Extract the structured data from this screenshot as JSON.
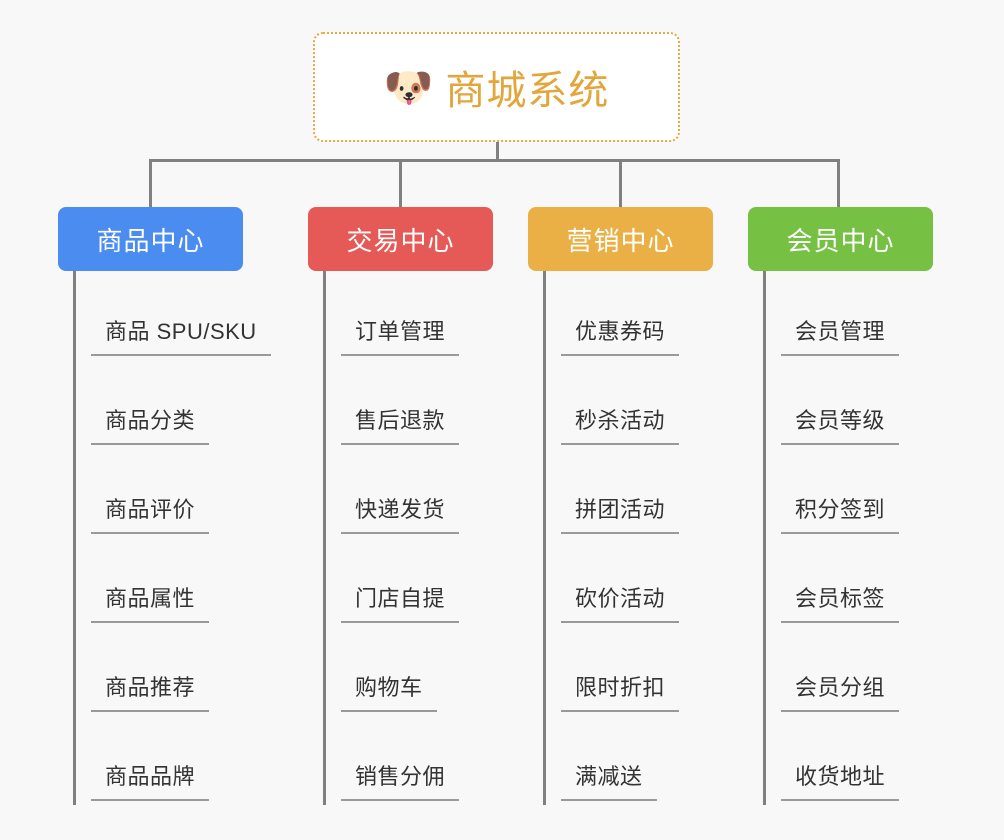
{
  "root": {
    "icon": "dog-face-emoji",
    "icon_glyph": "🐶",
    "title": "商城系统"
  },
  "theme": {
    "background": "#f8f8f8",
    "connector": "#808080",
    "root_border": "#eaa83f",
    "root_title_color": "#e2a63c",
    "leaf_text": "#333333",
    "leaf_rule": "#999999"
  },
  "branches": [
    {
      "label": "商品中心",
      "color": "#4a8cf0",
      "items": [
        {
          "label": "商品 SPU/SKU"
        },
        {
          "label": "商品分类"
        },
        {
          "label": "商品评价"
        },
        {
          "label": "商品属性"
        },
        {
          "label": "商品推荐"
        },
        {
          "label": "商品品牌"
        }
      ]
    },
    {
      "label": "交易中心",
      "color": "#e55a57",
      "items": [
        {
          "label": "订单管理"
        },
        {
          "label": "售后退款"
        },
        {
          "label": "快递发货"
        },
        {
          "label": "门店自提"
        },
        {
          "label": "购物车"
        },
        {
          "label": "销售分佣"
        }
      ]
    },
    {
      "label": "营销中心",
      "color": "#eab045",
      "items": [
        {
          "label": "优惠券码"
        },
        {
          "label": "秒杀活动"
        },
        {
          "label": "拼团活动"
        },
        {
          "label": "砍价活动"
        },
        {
          "label": "限时折扣"
        },
        {
          "label": "满减送"
        }
      ]
    },
    {
      "label": "会员中心",
      "color": "#76c043",
      "items": [
        {
          "label": "会员管理"
        },
        {
          "label": "会员等级"
        },
        {
          "label": "积分签到"
        },
        {
          "label": "会员标签"
        },
        {
          "label": "会员分组"
        },
        {
          "label": "收货地址"
        }
      ]
    }
  ]
}
